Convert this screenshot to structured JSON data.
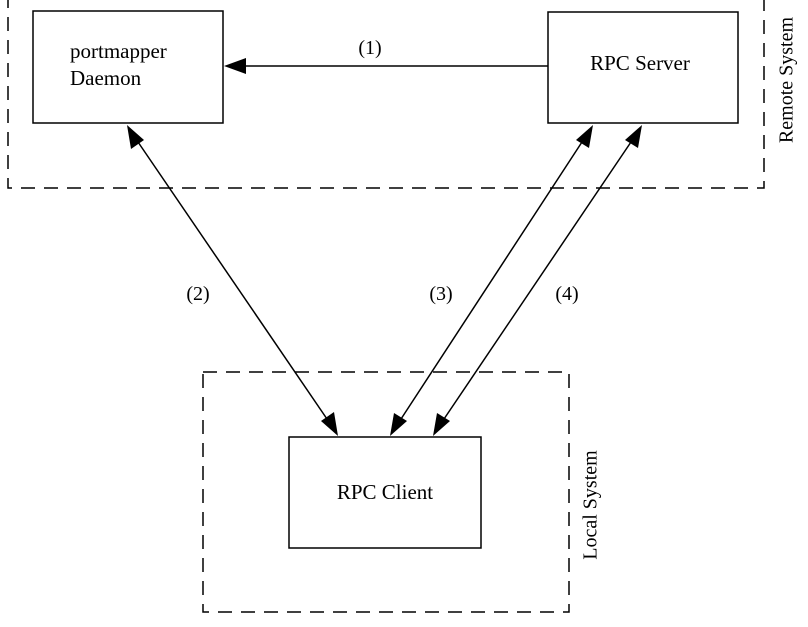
{
  "regions": {
    "remote": {
      "label": "Remote System"
    },
    "local": {
      "label": "Local System"
    }
  },
  "nodes": {
    "portmapper": {
      "line1": "portmapper",
      "line2": "Daemon"
    },
    "rpc_server": {
      "label": "RPC Server"
    },
    "rpc_client": {
      "label": "RPC Client"
    }
  },
  "edges": {
    "e1": {
      "label": "(1)",
      "from": "RPC Server",
      "to": "portmapper Daemon",
      "direction": "one-way"
    },
    "e2": {
      "label": "(2)",
      "from": "portmapper Daemon",
      "to": "RPC Client",
      "direction": "two-way"
    },
    "e3": {
      "label": "(3)",
      "from": "RPC Client",
      "to": "RPC Server",
      "direction": "two-way"
    },
    "e4": {
      "label": "(4)",
      "from": "RPC Client",
      "to": "RPC Server",
      "direction": "two-way"
    }
  },
  "colors": {
    "stroke": "#000000",
    "background": "#ffffff"
  }
}
